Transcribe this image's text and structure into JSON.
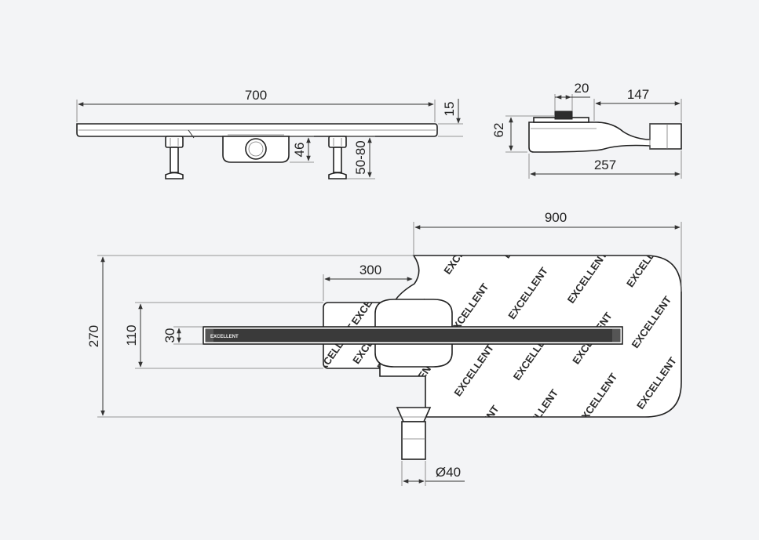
{
  "dimensions": {
    "top_length": "700",
    "top_thickness": "15",
    "outlet_height": "46",
    "leg_height": "50-80",
    "side_width": "20",
    "side_outlet": "147",
    "side_height": "62",
    "side_length": "257",
    "membrane_width": "900",
    "membrane_height": "270",
    "flange_width": "300",
    "flange_height": "110",
    "channel_height": "30",
    "outlet_diameter": "Ø40"
  },
  "membrane_brand": "EXCELLENT",
  "channel_brand": "EXCELLENT",
  "colors": {
    "background": "#f3f4f6",
    "line": "#222222",
    "membrane_fill": "#ffffff"
  }
}
